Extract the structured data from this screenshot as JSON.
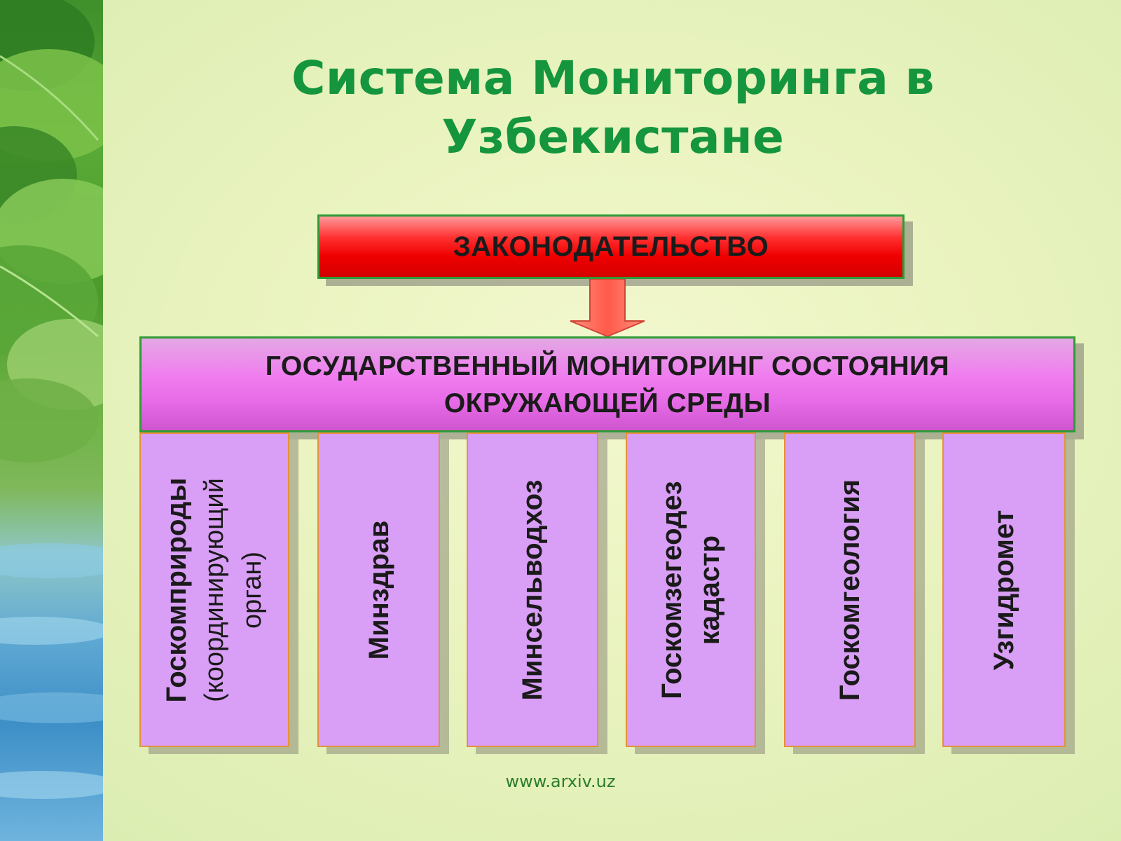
{
  "title": "Система Мониторинга в Узбекистане",
  "top_box": {
    "label": "ЗАКОНОДАТЕЛЬСТВО"
  },
  "middle_box": {
    "label": "ГОСУДАРСТВЕННЫЙ МОНИТОРИНГ СОСТОЯНИЯ\nОКРУЖАЮЩЕЙ СРЕДЫ"
  },
  "organizations": [
    {
      "name": "Госкомприроды",
      "note": "(координирующий\nорган)"
    },
    {
      "name": "Минздрав",
      "note": ""
    },
    {
      "name": "Минсельводхоз",
      "note": ""
    },
    {
      "name": "Госкомзегеодез\nкадастр",
      "note": ""
    },
    {
      "name": "Госкомгеология",
      "note": ""
    },
    {
      "name": "Узгидромет",
      "note": ""
    }
  ],
  "footer": "www.arxiv.uz",
  "colors": {
    "title": "#14953e",
    "top_box": "#f00000",
    "middle_box": "#e66ae6",
    "columns": "#d99ef5",
    "border": "#2f9b36"
  },
  "icons": [
    "leaves-water-decoration",
    "down-arrow-icon"
  ]
}
